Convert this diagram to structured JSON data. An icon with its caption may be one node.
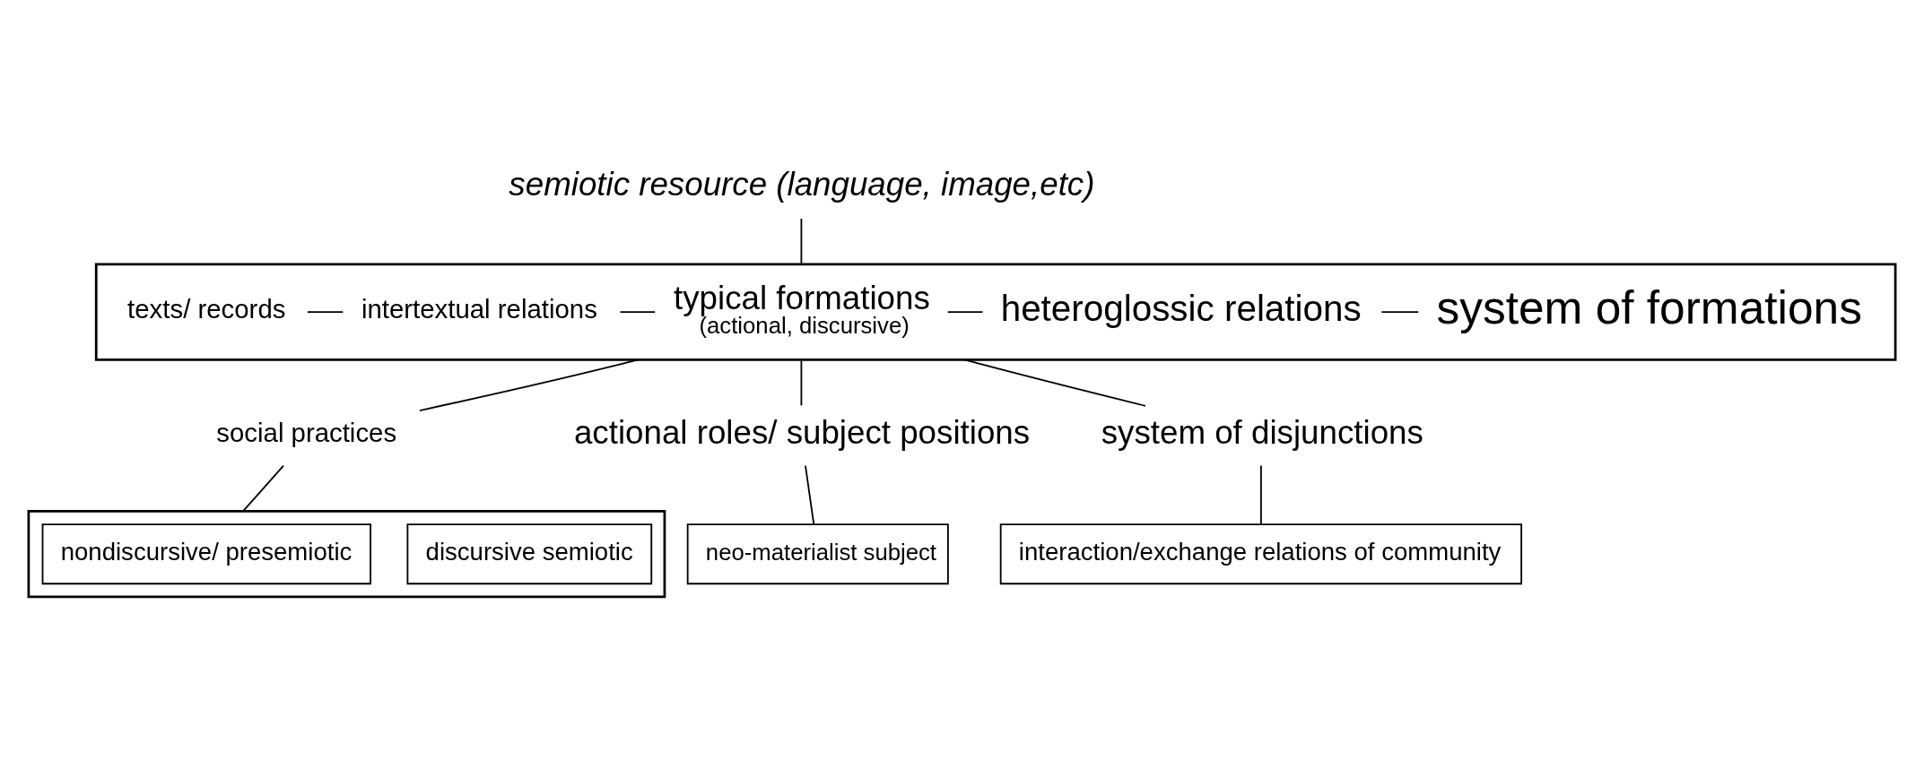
{
  "diagram": {
    "nodes": [
      {
        "text": [
          "semiotic resource (language, image,etc)"
        ]
      },
      {
        "text": [],
        "shape": "band"
      },
      {
        "text": [
          "texts/ records"
        ],
        "in": 1
      },
      {
        "text": [
          "intertextual relations"
        ],
        "in": 1
      },
      {
        "text": [
          "typical formations",
          "(actional, discursive)"
        ],
        "in": 1
      },
      {
        "text": [
          "heteroglossic relations"
        ],
        "in": 1
      },
      {
        "text": [
          "system of formations"
        ],
        "in": 1
      },
      {
        "text": [
          "social practices"
        ]
      },
      {
        "text": [],
        "shape": "box"
      },
      {
        "text": [
          "discursive semiotic"
        ],
        "in": 8
      },
      {
        "text": [
          "nondiscursive/ presemiotic"
        ],
        "in": 8
      },
      {
        "text": [
          "actional roles/ subject positions"
        ]
      },
      {
        "text": [
          "neo-materialist subject"
        ]
      },
      {
        "text": [
          "system of disjunctions"
        ]
      },
      {
        "text": [
          "interaction/exchange relations of community"
        ]
      }
    ],
    "edges": [
      {
        "from": 0,
        "to": 1,
        "arrow": "none"
      },
      {
        "from": 2,
        "to": 3,
        "arrow": "none"
      },
      {
        "from": 3,
        "to": 4,
        "arrow": "none"
      },
      {
        "from": 4,
        "to": 5,
        "arrow": "none"
      },
      {
        "from": 5,
        "to": 6,
        "arrow": "none"
      },
      {
        "from": 1,
        "to": 7,
        "arrow": "none"
      },
      {
        "from": 7,
        "to": 8,
        "arrow": "none"
      },
      {
        "from": 1,
        "to": 11,
        "arrow": "none"
      },
      {
        "from": 11,
        "to": 12,
        "arrow": "none"
      },
      {
        "from": 1,
        "to": 13,
        "arrow": "none"
      },
      {
        "from": 13,
        "to": 14,
        "arrow": "none"
      }
    ]
  }
}
